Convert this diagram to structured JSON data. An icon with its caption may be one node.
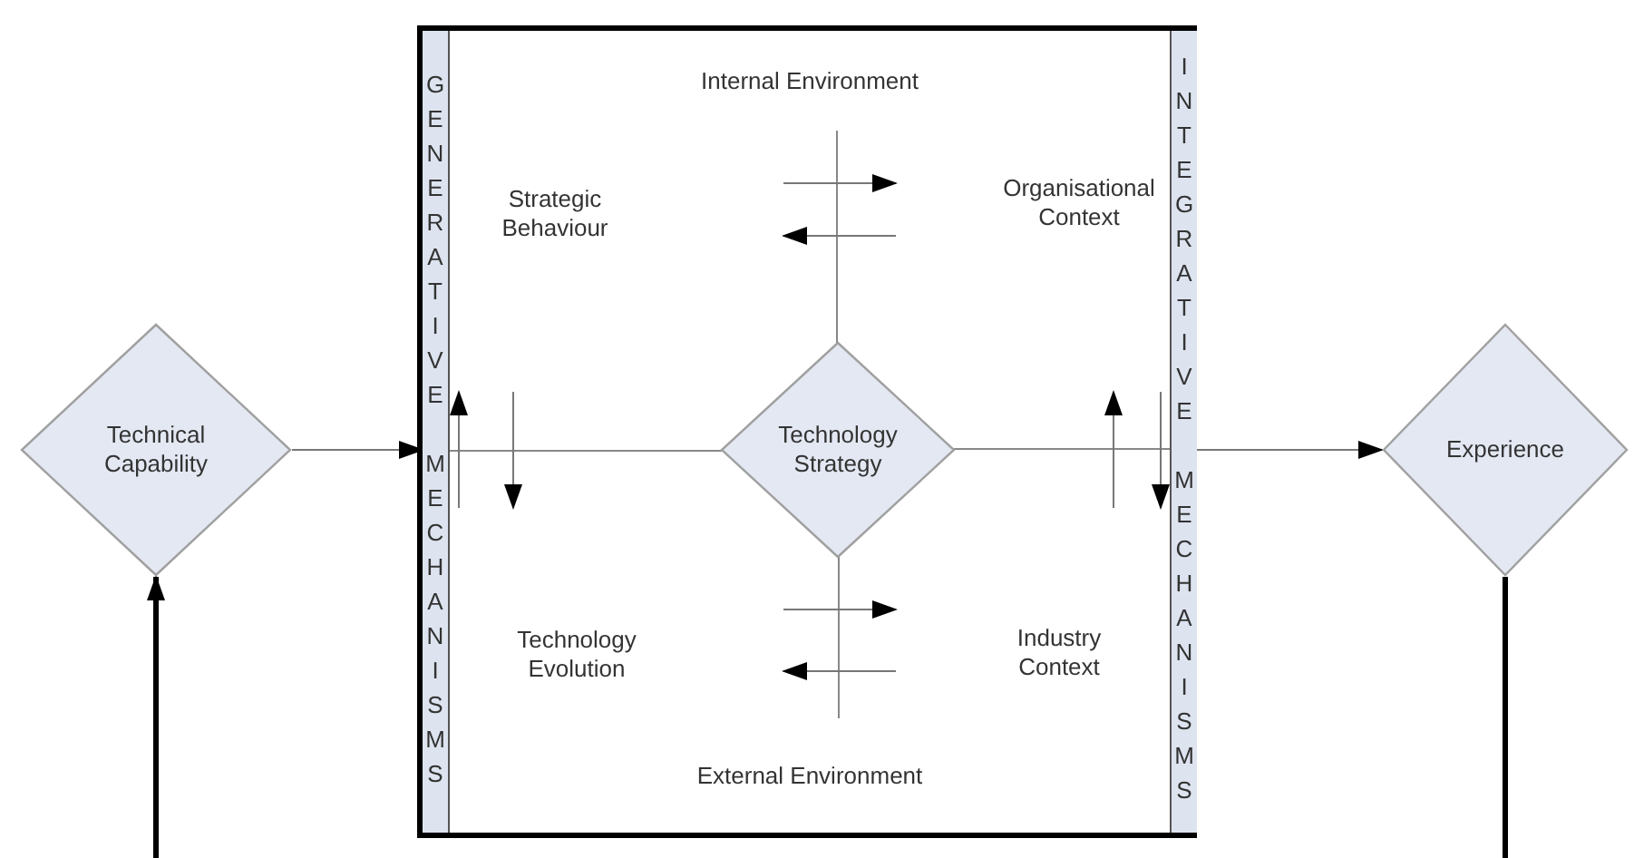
{
  "diagram": {
    "nodes": [
      {
        "text": [
          "Technical Capability"
        ]
      },
      {
        "text": [],
        "shape": "box"
      },
      {
        "text": [
          "GENERATIVE MECHANISMS"
        ],
        "in": 1
      },
      {
        "text": [
          "Internal Environment"
        ],
        "in": 1
      },
      {
        "text": [
          "Strategic Behaviour"
        ],
        "in": 1
      },
      {
        "text": [
          "Organisational Context"
        ],
        "in": 1
      },
      {
        "text": [
          "Technology Strategy"
        ],
        "in": 1
      },
      {
        "text": [
          "Technology Evolution"
        ],
        "in": 1
      },
      {
        "text": [
          "Industry Context"
        ],
        "in": 1
      },
      {
        "text": [
          "External Environment"
        ],
        "in": 1
      },
      {
        "text": [
          "INTEGRATIVE MECHANISMS"
        ],
        "in": 1
      },
      {
        "text": [
          "Experience"
        ]
      }
    ],
    "edges": [
      {
        "from": 0,
        "to": 2,
        "arrow": "to"
      },
      {
        "from": 10,
        "to": 11,
        "arrow": "to"
      },
      {
        "from": 4,
        "to": 5,
        "arrow": "to"
      },
      {
        "from": 5,
        "to": 4,
        "arrow": "to"
      },
      {
        "from": 7,
        "to": 4,
        "arrow": "to"
      },
      {
        "from": 4,
        "to": 7,
        "arrow": "to"
      },
      {
        "from": 8,
        "to": 5,
        "arrow": "to"
      },
      {
        "from": 5,
        "to": 8,
        "arrow": "to"
      },
      {
        "from": 7,
        "to": 8,
        "arrow": "to"
      },
      {
        "from": 8,
        "to": 7,
        "arrow": "to"
      },
      {
        "from": 11,
        "to": null,
        "arrow": "none",
        "style": "thick",
        "color": "#000000"
      },
      {
        "from": null,
        "to": 0,
        "arrow": "to",
        "style": "thick",
        "color": "#000000"
      }
    ]
  }
}
